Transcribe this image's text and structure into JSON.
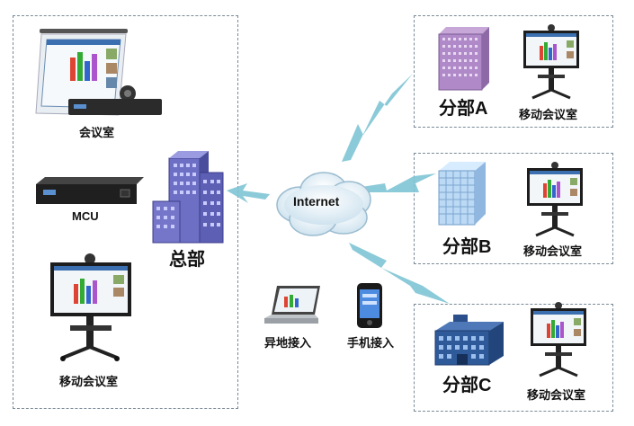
{
  "hq": {
    "conference_room": "会议室",
    "mcu": "MCU",
    "headquarters": "总部",
    "mobile_room": "移动会议室"
  },
  "cloud": {
    "label": "Internet"
  },
  "remote": {
    "remote_access": "异地接入",
    "phone_access": "手机接入"
  },
  "branches": [
    {
      "name": "分部A",
      "mobile_room": "移动会议室"
    },
    {
      "name": "分部B",
      "mobile_room": "移动会议室"
    },
    {
      "name": "分部C",
      "mobile_room": "移动会议室"
    }
  ]
}
